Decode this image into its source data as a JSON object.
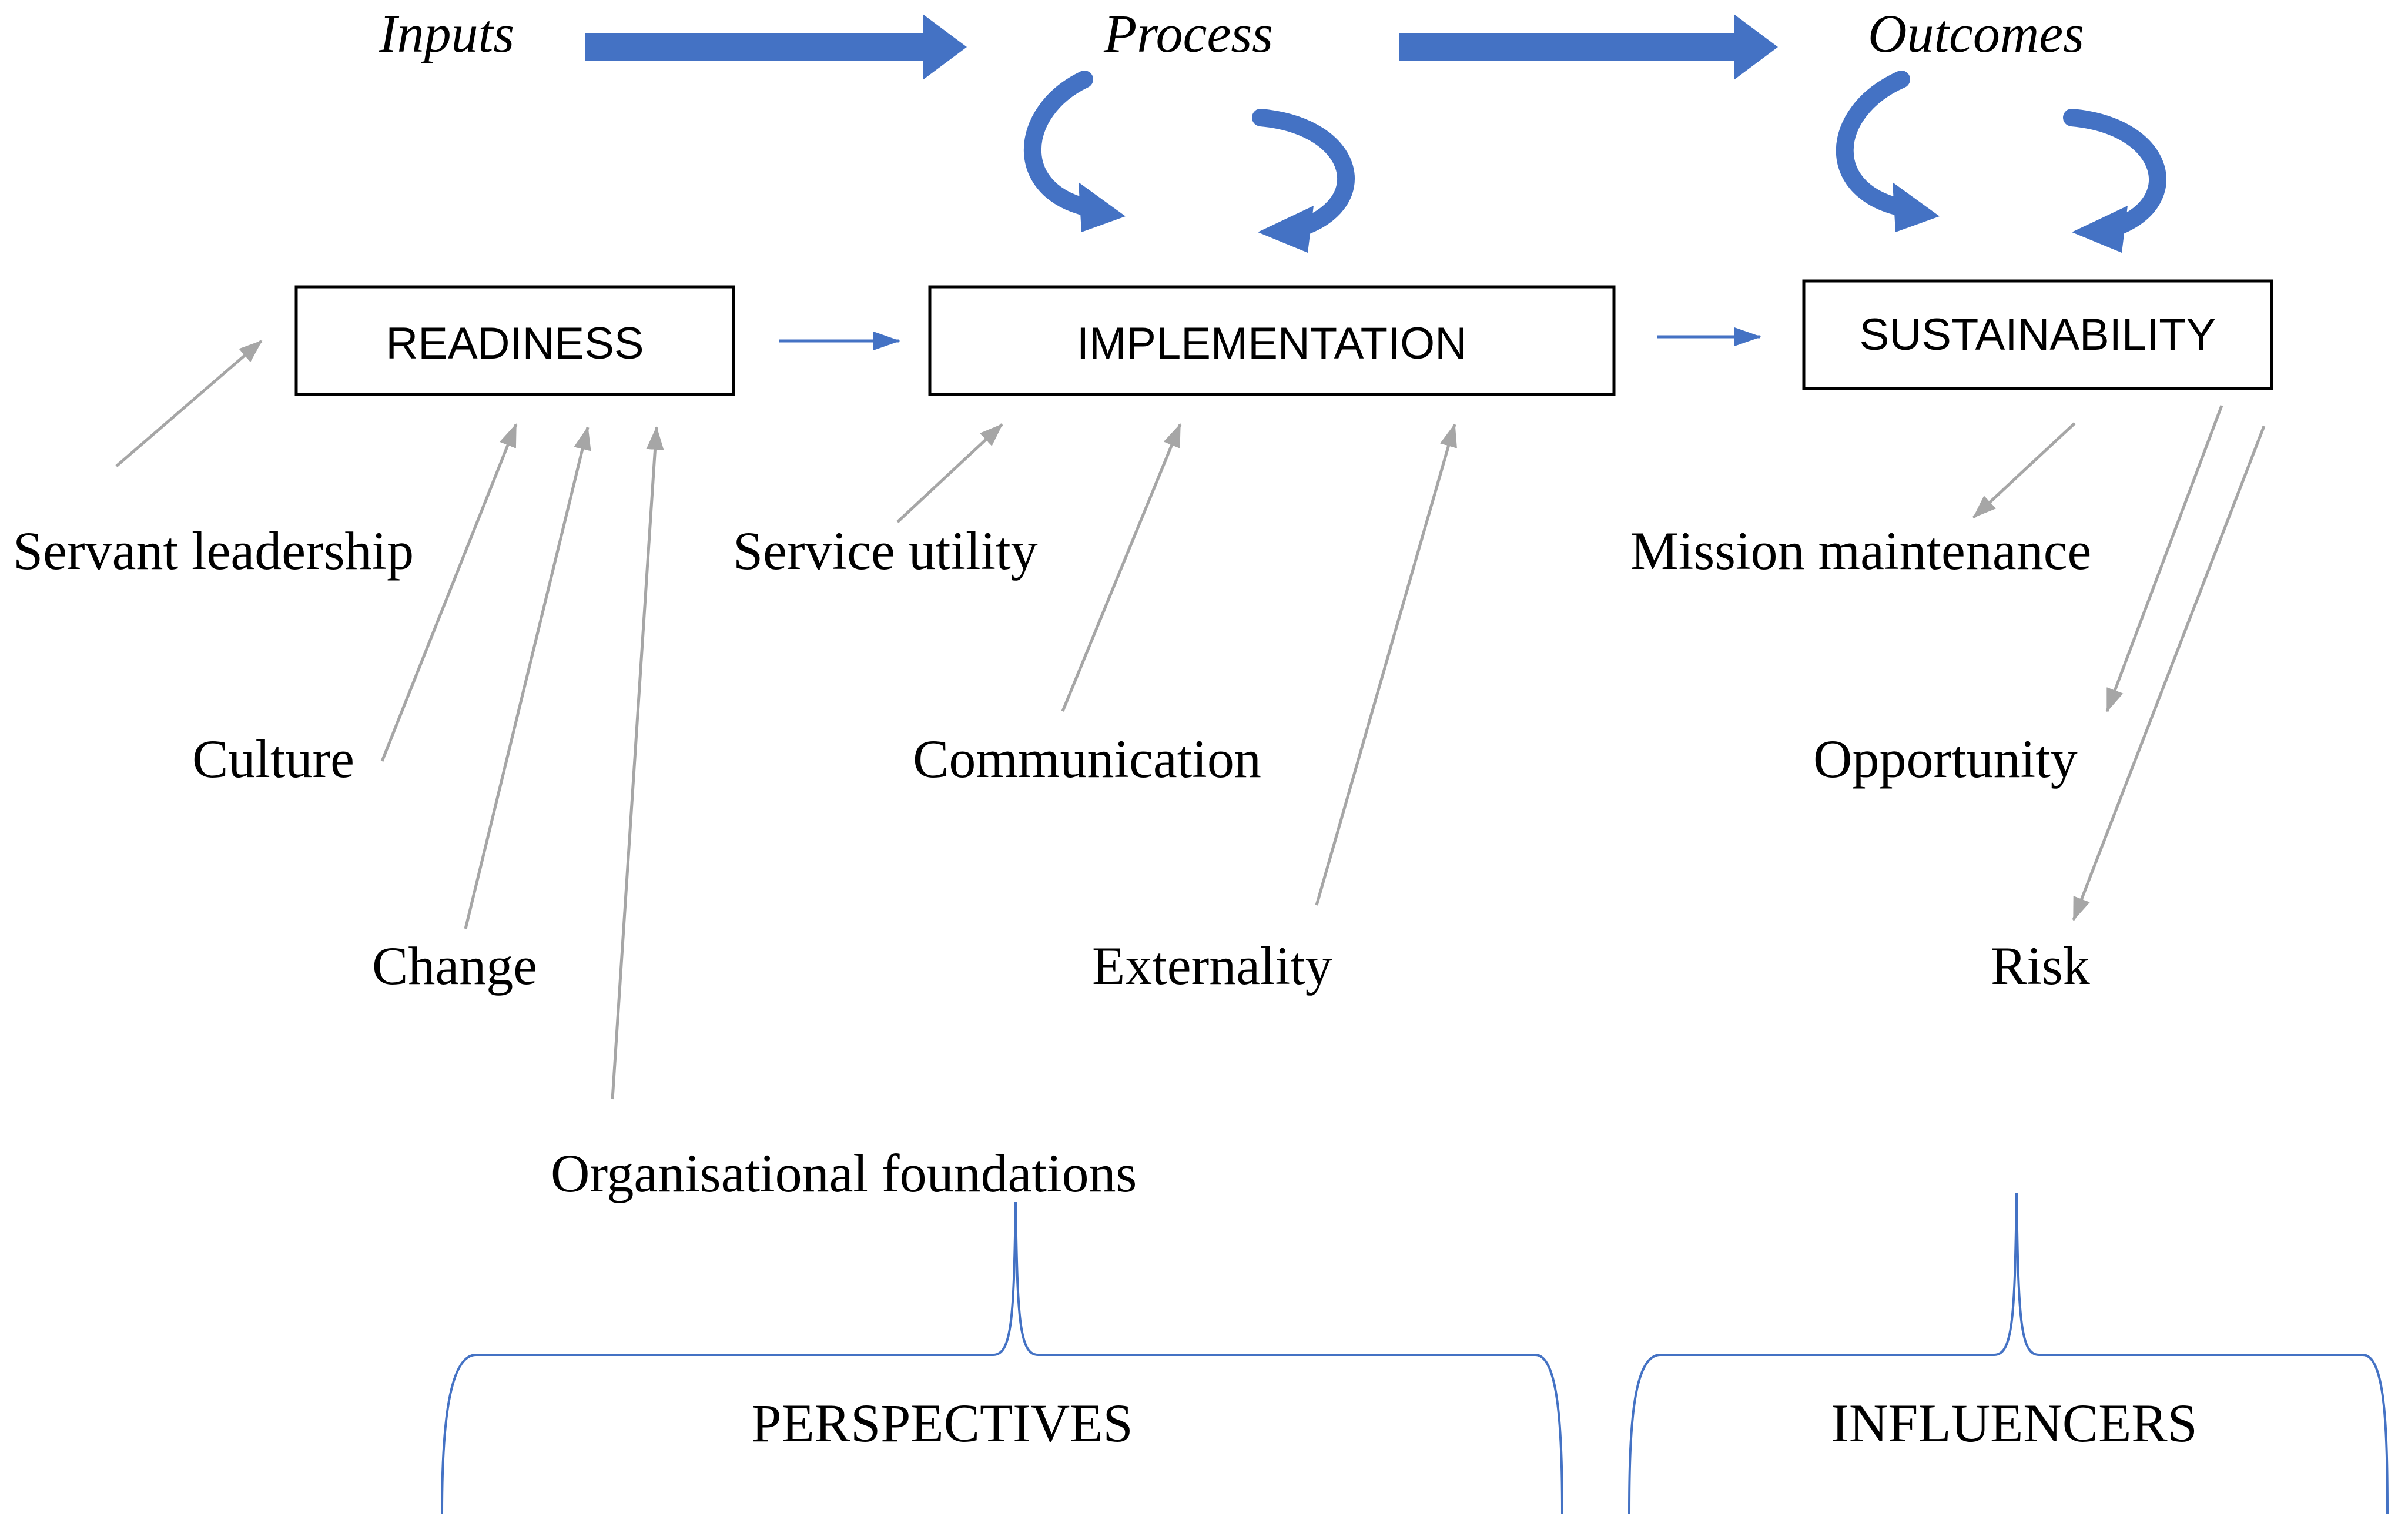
{
  "stages": {
    "inputs": "Inputs",
    "process": "Process",
    "outcomes": "Outcomes"
  },
  "boxes": {
    "readiness": "READINESS",
    "implementation": "IMPLEMENTATION",
    "sustainability": "SUSTAINABILITY"
  },
  "readiness_factors": {
    "servant_leadership": "Servant leadership",
    "culture": "Culture",
    "change": "Change",
    "organisational_foundations": "Organisational foundations"
  },
  "implementation_factors": {
    "service_utility": "Service utility",
    "communication": "Communication",
    "externality": "Externality"
  },
  "sustainability_factors": {
    "mission_maintenance": "Mission maintenance",
    "opportunity": "Opportunity",
    "risk": "Risk"
  },
  "groups": {
    "perspectives": "PERSPECTIVES",
    "influencers": "INFLUENCERS"
  },
  "colors": {
    "accent_blue": "#4472c4",
    "connector_gray": "#a6a6a6",
    "text": "#000000"
  }
}
